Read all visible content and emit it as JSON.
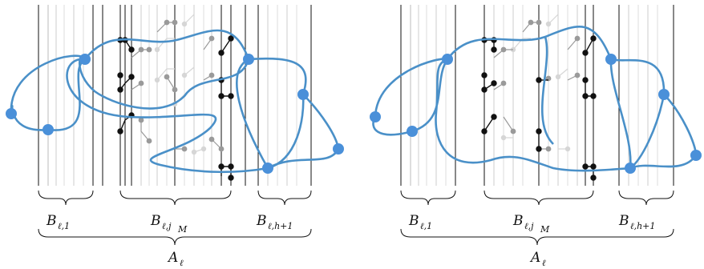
{
  "panels": [
    {
      "id": "left",
      "labels": {
        "b1": {
          "main": "B",
          "sub": "ℓ,1"
        },
        "bj": {
          "main": "B",
          "sub": "ℓ,j",
          "subsub": "M"
        },
        "bh": {
          "main": "B",
          "sub": "ℓ,h+1"
        },
        "a": {
          "main": "A",
          "sub": "ℓ"
        }
      }
    },
    {
      "id": "right",
      "labels": {
        "b1": {
          "main": "B",
          "sub": "ℓ,1"
        },
        "bj": {
          "main": "B",
          "sub": "ℓ,j",
          "subsub": "M"
        },
        "bh": {
          "main": "B",
          "sub": "ℓ,h+1"
        },
        "a": {
          "main": "A",
          "sub": "ℓ"
        }
      }
    }
  ],
  "colors": {
    "curve": "#4a90c8",
    "node": "#4a90d9",
    "black": "#111111",
    "gray_dark": "#9a9a9a",
    "gray_light": "#d6d6d6"
  }
}
